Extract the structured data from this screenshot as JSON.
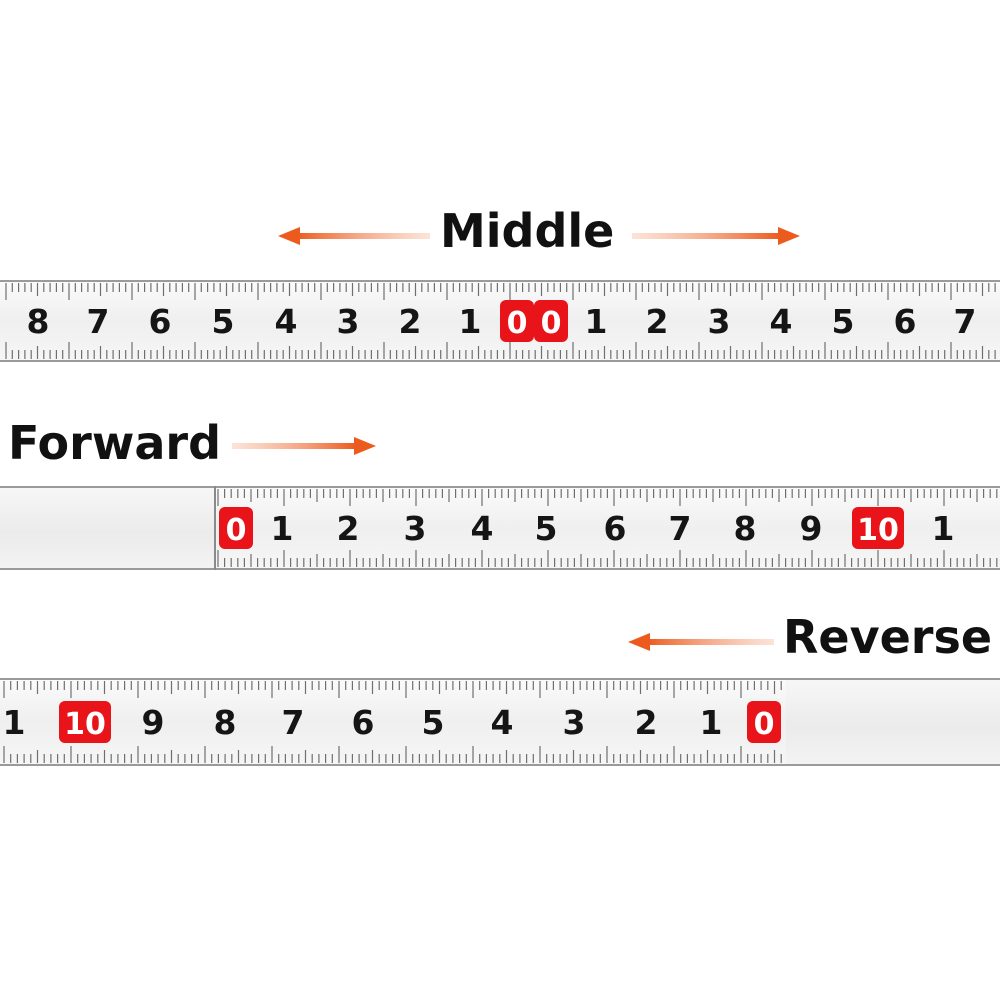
{
  "labels": {
    "middle": "Middle",
    "forward": "Forward",
    "reverse": "Reverse"
  },
  "colors": {
    "arrow": "#ec5a1e",
    "marker": "#e8141a",
    "digits": "#151515",
    "tape": "#f4f4f4",
    "ticks": "#6f6f6f"
  },
  "tapes": {
    "middle": {
      "digits": [
        "8",
        "7",
        "6",
        "5",
        "4",
        "3",
        "2",
        "1",
        "0",
        "0",
        "1",
        "2",
        "3",
        "4",
        "5",
        "6",
        "7"
      ],
      "highlighted": [
        "0",
        "0"
      ]
    },
    "forward": {
      "digits": [
        "0",
        "1",
        "2",
        "3",
        "4",
        "5",
        "6",
        "7",
        "8",
        "9",
        "10",
        "1"
      ],
      "highlighted": [
        "0",
        "10"
      ]
    },
    "reverse": {
      "digits": [
        "1",
        "10",
        "9",
        "8",
        "7",
        "6",
        "5",
        "4",
        "3",
        "2",
        "1",
        "0"
      ],
      "highlighted": [
        "10",
        "0"
      ]
    }
  }
}
